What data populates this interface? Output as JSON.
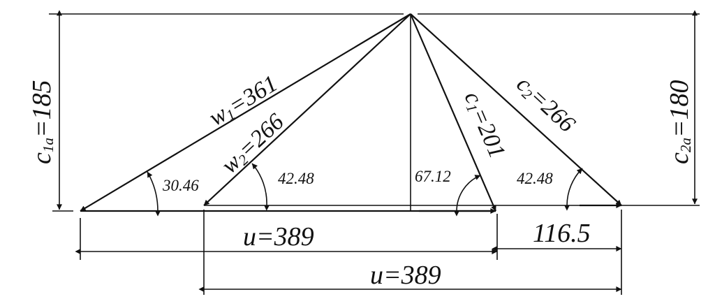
{
  "labels": {
    "w1_main": "w",
    "w1_sub": "1",
    "w1_val": "=361",
    "w2_main": "w",
    "w2_sub": "2",
    "w2_val": "=266",
    "c1_main": "c",
    "c1_sub": "1",
    "c1_val": "=201",
    "c2_main": "c",
    "c2_sub": "2",
    "c2_val": "=266",
    "c1a_main": "c",
    "c1a_sub": "1a",
    "c1a_val": "=185",
    "c2a_main": "c",
    "c2a_sub": "2a",
    "c2a_val": "=180",
    "angle_w1": "30.46",
    "angle_w2": "42.48",
    "angle_c1": "67.12",
    "angle_c2": "42.48",
    "u_top": "u=389",
    "u_bottom": "u=389",
    "delta": "116.5"
  },
  "colors": {
    "ink": "#111111",
    "background": "#ffffff"
  }
}
